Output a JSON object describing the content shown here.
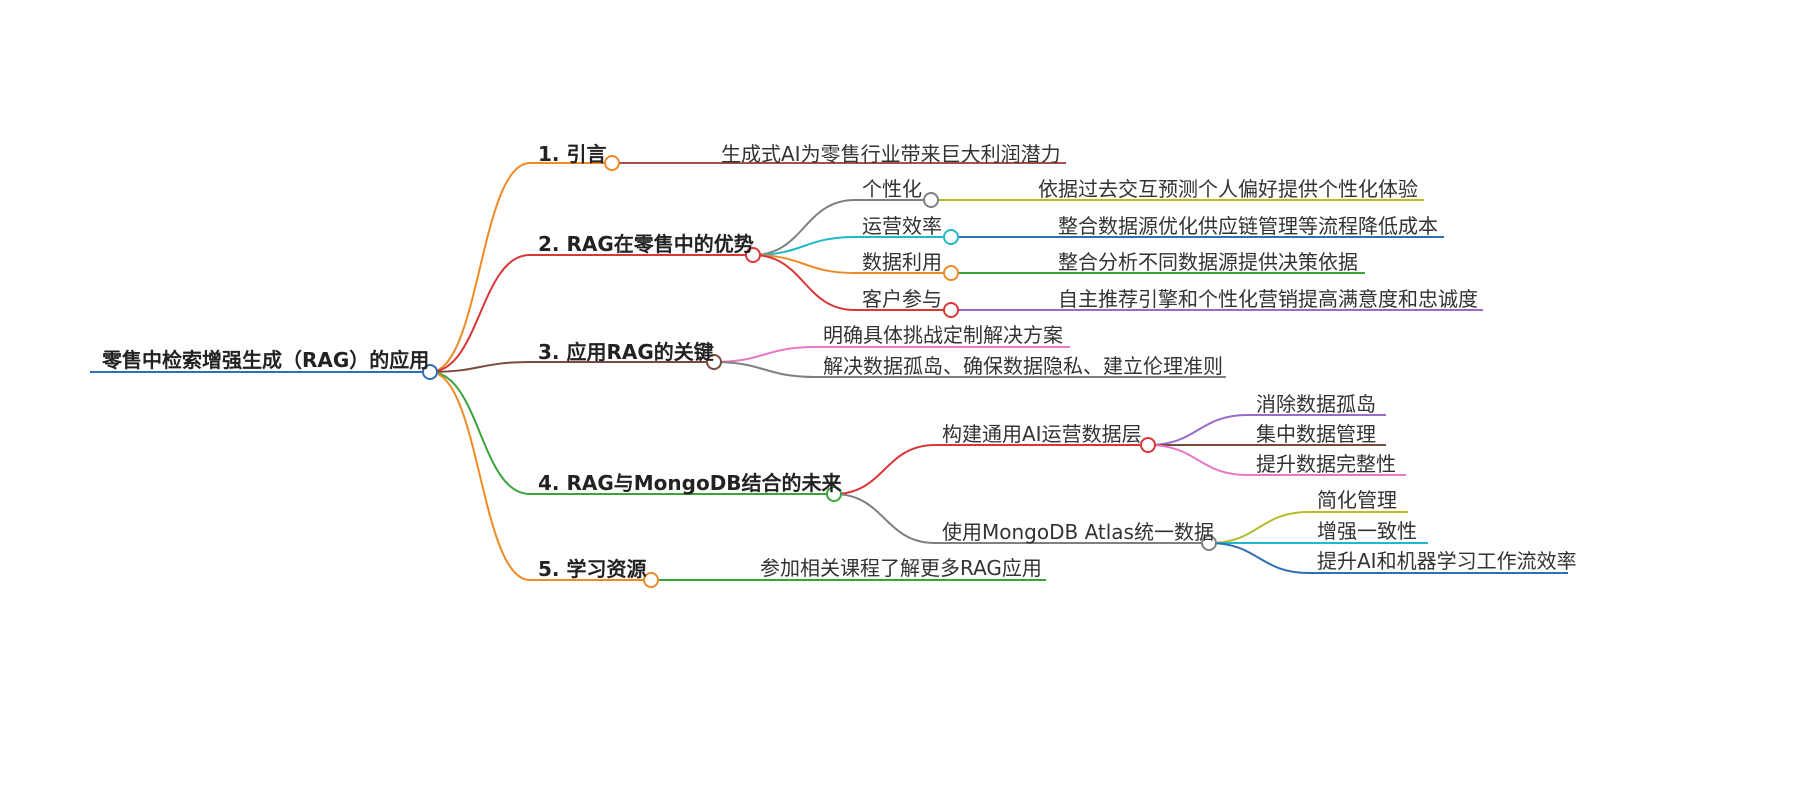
{
  "root": {
    "label": "零售中检索增强生成（RAG）的应用",
    "color": "#2e6fb5"
  },
  "branches": [
    {
      "label": "1. 引言",
      "color": "#ef8a25",
      "children": [
        {
          "label": "生成式AI为零售行业带来巨大利润潜力",
          "color": "#a5504b"
        }
      ]
    },
    {
      "label": "2. RAG在零售中的优势",
      "color": "#d93636",
      "children": [
        {
          "label": "个性化",
          "color": "#7f7f7f",
          "children": [
            {
              "label": "依据过去交互预测个人偏好提供个性化体验",
              "color": "#b8bc2a"
            }
          ]
        },
        {
          "label": "运营效率",
          "color": "#1fb9c9",
          "children": [
            {
              "label": "整合数据源优化供应链管理等流程降低成本",
              "color": "#2e6fb5"
            }
          ]
        },
        {
          "label": "数据利用",
          "color": "#ef8a25",
          "children": [
            {
              "label": "整合分析不同数据源提供决策依据",
              "color": "#3aa43a"
            }
          ]
        },
        {
          "label": "客户参与",
          "color": "#d93636",
          "children": [
            {
              "label": "自主推荐引擎和个性化营销提高满意度和忠诚度",
              "color": "#9b6bc9"
            }
          ]
        }
      ]
    },
    {
      "label": "3. 应用RAG的关键",
      "color": "#7b4a3e",
      "children": [
        {
          "label": "明确具体挑战定制解决方案",
          "color": "#e877c6"
        },
        {
          "label": "解决数据孤岛、确保数据隐私、建立伦理准则",
          "color": "#7f7f7f"
        }
      ]
    },
    {
      "label": "4. RAG与MongoDB结合的未来",
      "color": "#3aa43a",
      "children": [
        {
          "label": "构建通用AI运营数据层",
          "color": "#d93636",
          "children": [
            {
              "label": "消除数据孤岛",
              "color": "#9b6bc9"
            },
            {
              "label": "集中数据管理",
              "color": "#7b4a3e"
            },
            {
              "label": "提升数据完整性",
              "color": "#e877c6"
            }
          ]
        },
        {
          "label": "使用MongoDB Atlas统一数据",
          "color": "#7f7f7f",
          "children": [
            {
              "label": "简化管理",
              "color": "#b8bc2a"
            },
            {
              "label": "增强一致性",
              "color": "#1fb9c9"
            },
            {
              "label": "提升AI和机器学习工作流效率",
              "color": "#2e6fb5"
            }
          ]
        }
      ]
    },
    {
      "label": "5. 学习资源",
      "color": "#ef8a25",
      "children": [
        {
          "label": "参加相关课程了解更多RAG应用",
          "color": "#3aa43a"
        }
      ]
    }
  ]
}
